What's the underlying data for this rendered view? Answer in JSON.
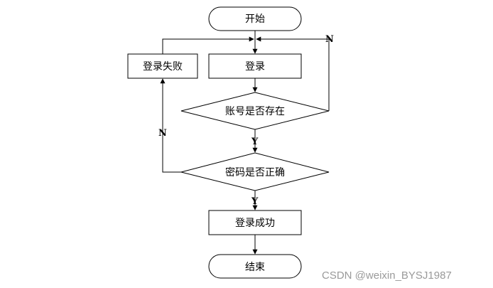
{
  "diagram": {
    "nodes": {
      "start": "开始",
      "login": "登录",
      "login_failed": "登录失败",
      "account_exists": "账号是否存在",
      "password_correct": "密码是否正确",
      "login_success": "登录成功",
      "end": "结束"
    },
    "edge_labels": {
      "account_no": "N",
      "account_yes": "Y",
      "password_no": "N",
      "password_yes": "Y"
    }
  },
  "watermark": "CSDN @weixin_BYSJ1987"
}
